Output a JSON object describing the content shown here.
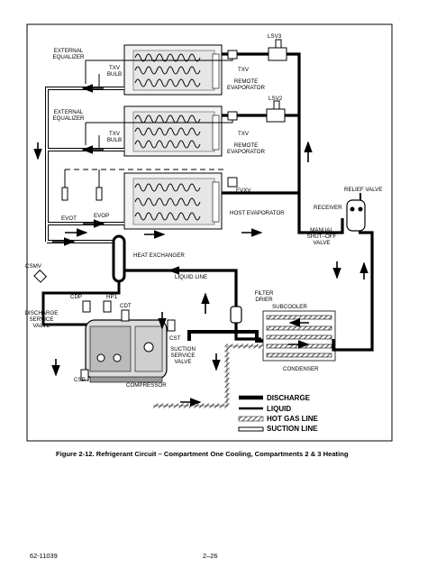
{
  "labels": {
    "lsv3": "LSV3",
    "ext_eq_1a": "EXTERNAL",
    "ext_eq_1b": "EQUALIZER",
    "txv_bulb_1a": "TXV",
    "txv_bulb_1b": "BULB",
    "txv_1": "TXV",
    "remote_evap_1a": "REMOTE",
    "remote_evap_1b": "EVAPORATOR",
    "lsv2": "LSV2",
    "ext_eq_2a": "EXTERNAL",
    "ext_eq_2b": "EQUALIZER",
    "txv_bulb_2a": "TXV",
    "txv_bulb_2b": "BULB",
    "txv_2": "TXV",
    "remote_evap_2a": "REMOTE",
    "remote_evap_2b": "EVAPORATOR",
    "evxv": "EVXV",
    "relief_valve": "RELIEF VALVE",
    "receiver": "RECEIVER",
    "host_evap": "HOST EVAPORATOR",
    "evot": "EVOT",
    "evop": "EVOP",
    "manual_a": "MANUAL",
    "manual_b": "SHUT–OFF",
    "manual_c": "VALVE",
    "heat_exchanger": "HEAT EXCHANGER",
    "csmv": "CSMV",
    "liquid_line": "LIQUID LINE",
    "filter_a": "FILTER",
    "filter_b": "DRIER",
    "subcooler": "SUBCOOLER",
    "cdp": "CDP",
    "hp1": "HP1",
    "cdt": "CDT",
    "dsv_a": "DISCHARGE",
    "dsv_b": "SERVICE",
    "dsv_c": "VALVE",
    "cst": "CST",
    "ssv_a": "SUCTION",
    "ssv_b": "SERVICE",
    "ssv_c": "VALVE",
    "condenser": "CONDENSER",
    "csp": "CSP",
    "compressor": "COMPRESSOR"
  },
  "legend": {
    "discharge": "DISCHARGE",
    "liquid": "LIQUID",
    "hot_gas": "HOT GAS LINE",
    "suction": "SUCTION LINE"
  },
  "caption": "Figure 2-12.   Refrigerant Circuit – Compartment One Cooling, Compartments 2 & 3 Heating",
  "footer": {
    "doc_number": "62-11039",
    "page": "2–26"
  }
}
